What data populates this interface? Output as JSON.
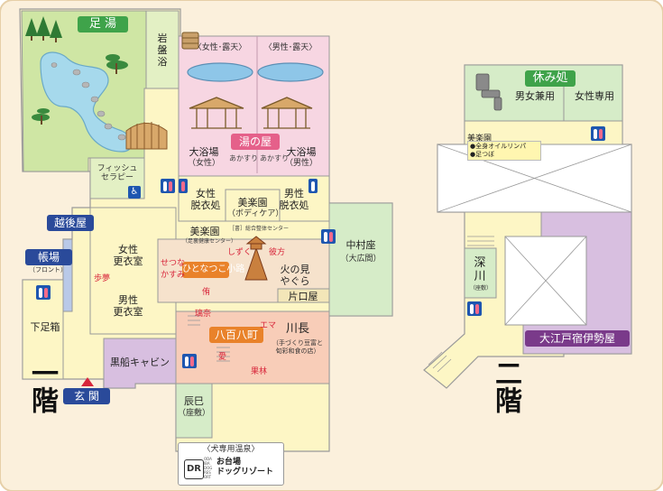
{
  "floor1": {
    "title": "一階",
    "areas": {
      "ashiyu": "足 湯",
      "ganbanyoku": "岩盤浴",
      "fish_therapy": "フィッシュ\nセラピー",
      "outdoor_women": "〈女性･露天〉",
      "outdoor_men": "〈男性･露天〉",
      "yunoya": "湯の屋",
      "bath_women": "大浴場",
      "bath_women_sub": "（女性）",
      "bath_men": "大浴場",
      "bath_men_sub": "（男性）",
      "akasuri_1": "あかすり",
      "akasuri_2": "あかすり",
      "dressing_women": "女性\n脱衣処",
      "dressing_men": "男性\n脱衣処",
      "biraku_body": "美楽園",
      "biraku_body_sub": "（ボディケア）",
      "biraku_left": "美楽園",
      "biraku_left_sub": "（足裏健康センター）",
      "biraku_center_sub": "［書］総合整体センター",
      "echigoya": "越後屋",
      "chouba": "帳場",
      "chouba_sub": "（フロント）",
      "locker_women": "女性\n更衣室",
      "locker_men": "男性\n更衣室",
      "shimogeba": "下足箱",
      "genkan": "玄 関",
      "kurofune": "黒船キャビン",
      "nakamuraza": "中村座",
      "nakamuraza_sub": "（大広間）",
      "hinomi": "火の見\nやぐら",
      "kataokaya": "片口屋",
      "hitohoshi_kouji": "ひとなつこ小路",
      "happyaku_yacho": "八百八町",
      "kawacho": "川長",
      "kawacho_sub": "（手づくり豆富と\n旬彩和食の店）",
      "tatsumi": "辰巳",
      "tatsumi_sub": "（座敷）",
      "dog_onsen_title": "〈犬専用温泉〉",
      "dog_onsen_name": "お台場\nドッグリゾート",
      "dog_onsen_logo": "DR",
      "dog_onsen_en": "ODAIBA DOG RESORT"
    },
    "shops": {
      "shizuku": "しずく",
      "hikata": "彼方",
      "setsuna": "せつな",
      "kasumi": "かすみ",
      "ayumi": "歩夢",
      "yuu": "侑",
      "rina": "璃奈",
      "ema": "エマ",
      "ai": "愛",
      "karin": "果林"
    }
  },
  "floor2": {
    "title": "二階",
    "areas": {
      "yasumidokoro": "休み処",
      "unisex": "男女兼用",
      "women_only": "女性専用",
      "biraku": "美楽園",
      "biraku_items": [
        "●全身オイルリンパ",
        "●足つぼ"
      ],
      "fukagawa": "深\n川",
      "fukagawa_sub": "（座敷）",
      "oedo_isejuku": "大江戸宿伊勢屋"
    }
  },
  "colors": {
    "ground": "#fbf0dc",
    "green_area": "#cfe6a4",
    "pink_area": "#f7d6e2",
    "cream": "#fdf6c5",
    "beige": "#f6e2cc",
    "purple": "#d8bfe0",
    "light_green": "#d6ecc8",
    "navy": "#2a4a9a",
    "green_badge": "#3fa34a",
    "pink_badge": "#e5608a",
    "orange_badge": "#e9822a",
    "restroom": "#1e56b0"
  }
}
